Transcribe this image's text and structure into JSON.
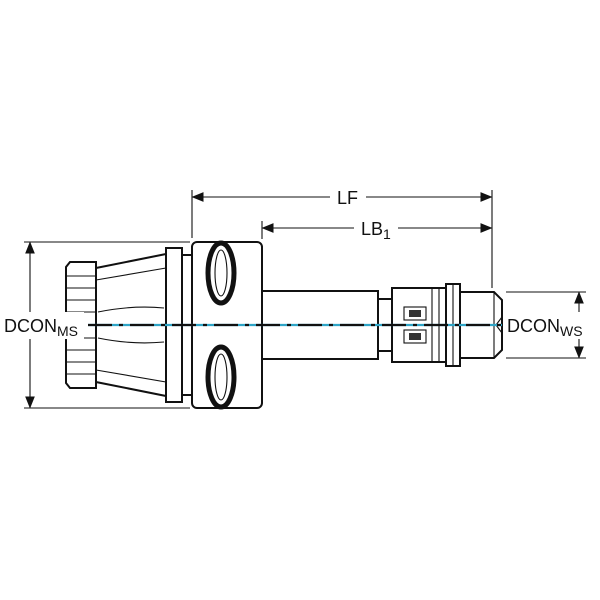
{
  "labels": {
    "lf": {
      "main": "LF"
    },
    "lb1": {
      "main": "LB",
      "sub": "1"
    },
    "dcon_ms": {
      "main": "DCON",
      "sub": "MS"
    },
    "dcon_ws": {
      "main": "DCON",
      "sub": "WS"
    }
  },
  "colors": {
    "line": "#111111",
    "centerline_teal": "#2fa5c7",
    "background": "#ffffff"
  }
}
